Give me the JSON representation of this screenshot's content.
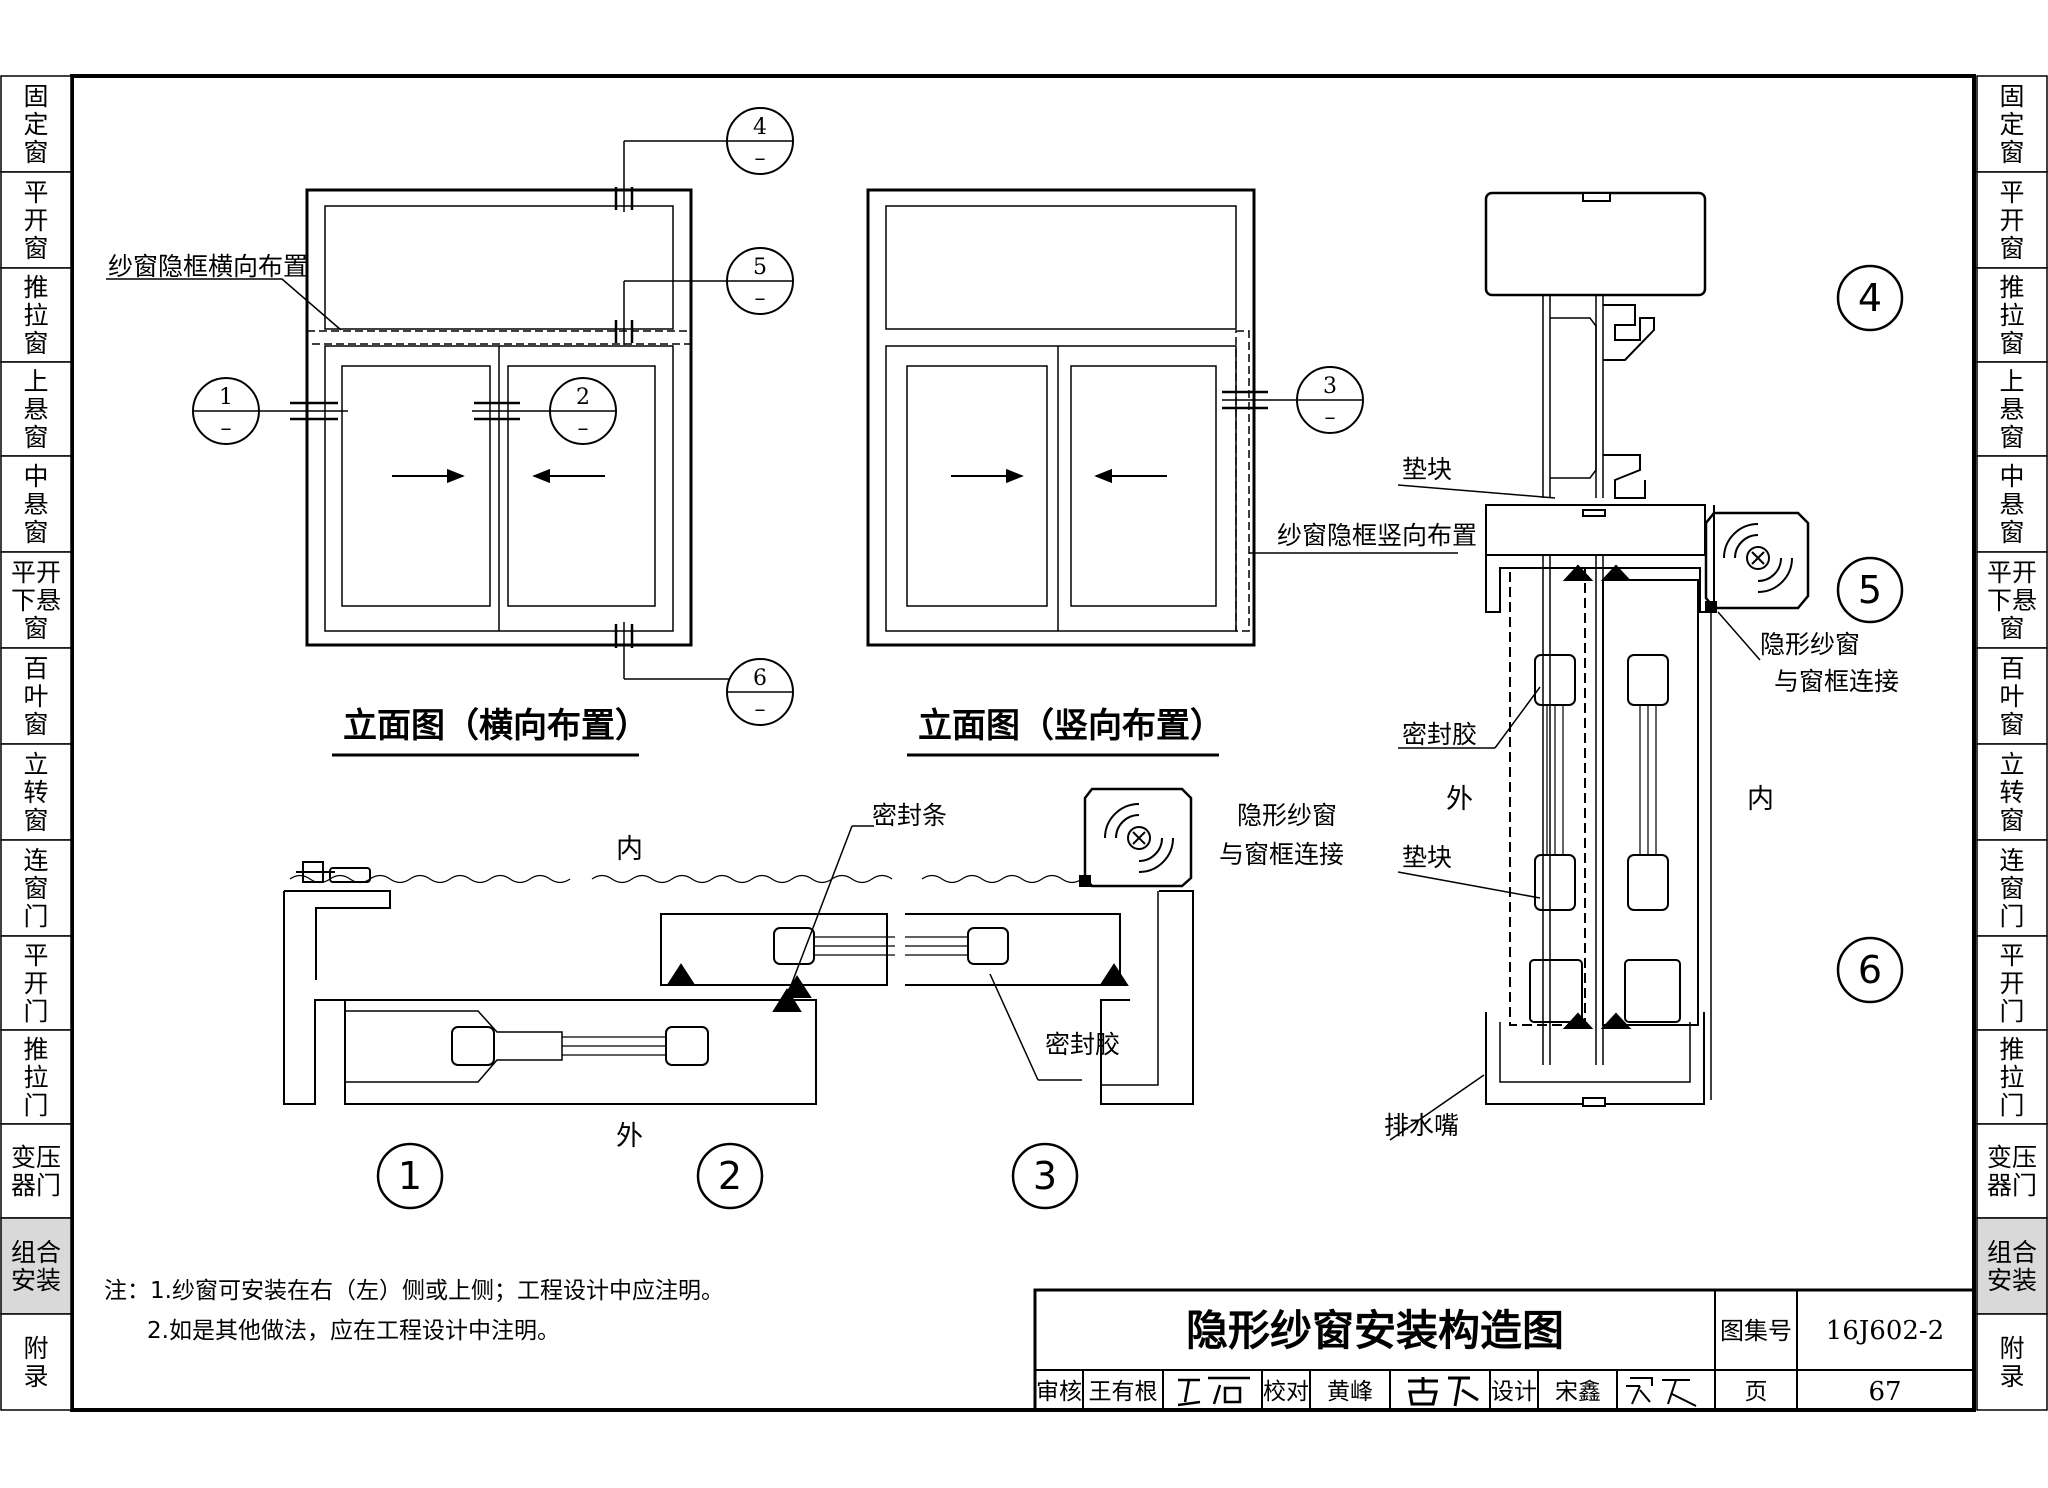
{
  "side_tabs": {
    "left": [
      "固定窗",
      "平开窗",
      "推拉窗",
      "上悬窗",
      "中悬窗",
      "平开下悬窗",
      "百叶窗",
      "立转窗",
      "连窗门",
      "平开门",
      "推拉门",
      "变压器门",
      "组合安装",
      "附录"
    ],
    "right": [
      "固定窗",
      "平开窗",
      "推拉窗",
      "上悬窗",
      "中悬窗",
      "平开下悬窗",
      "百叶窗",
      "立转窗",
      "连窗门",
      "平开门",
      "推拉门",
      "变压器门",
      "组合安装",
      "附录"
    ],
    "active_index": 12,
    "active_color": "#d9d9d9"
  },
  "elevation_horizontal": {
    "title": "立面图（横向布置）",
    "callout_label": "纱窗隐框横向布置",
    "markers": [
      {
        "num": "4",
        "sub": "–"
      },
      {
        "num": "5",
        "sub": "–"
      },
      {
        "num": "1",
        "sub": "–"
      },
      {
        "num": "2",
        "sub": "–"
      },
      {
        "num": "6",
        "sub": "–"
      }
    ]
  },
  "elevation_vertical": {
    "title": "立面图（竖向布置）",
    "callout_label": "纱窗隐框竖向布置",
    "markers": [
      {
        "num": "3",
        "sub": "–"
      }
    ]
  },
  "section_horizontal": {
    "inside_label": "内",
    "outside_label": "外",
    "seal_strip_label": "密封条",
    "connection_label_1": "隐形纱窗",
    "connection_label_2": "与窗框连接",
    "sealant_label": "密封胶",
    "detail_numbers": [
      "1",
      "2",
      "3"
    ]
  },
  "section_vertical": {
    "block_label_top": "垫块",
    "connection_label_1": "隐形纱窗",
    "connection_label_2": "与窗框连接",
    "sealant_label": "密封胶",
    "outside_label": "外",
    "inside_label": "内",
    "block_label_bottom": "垫块",
    "drain_label": "排水嘴",
    "detail_numbers": [
      "4",
      "5",
      "6"
    ]
  },
  "notes": {
    "line1": "注：1.纱窗可安装在右（左）侧或上侧；工程设计中应注明。",
    "line2": "2.如是其他做法，应在工程设计中注明。"
  },
  "title_block": {
    "title": "隐形纱窗安装构造图",
    "atlas_label": "图集号",
    "atlas_no": "16J602-2",
    "review_label": "审核",
    "reviewer": "王有根",
    "check_label": "校对",
    "checker": "黄峰",
    "design_label": "设计",
    "designer": "宋鑫",
    "page_label": "页",
    "page_no": "67"
  }
}
